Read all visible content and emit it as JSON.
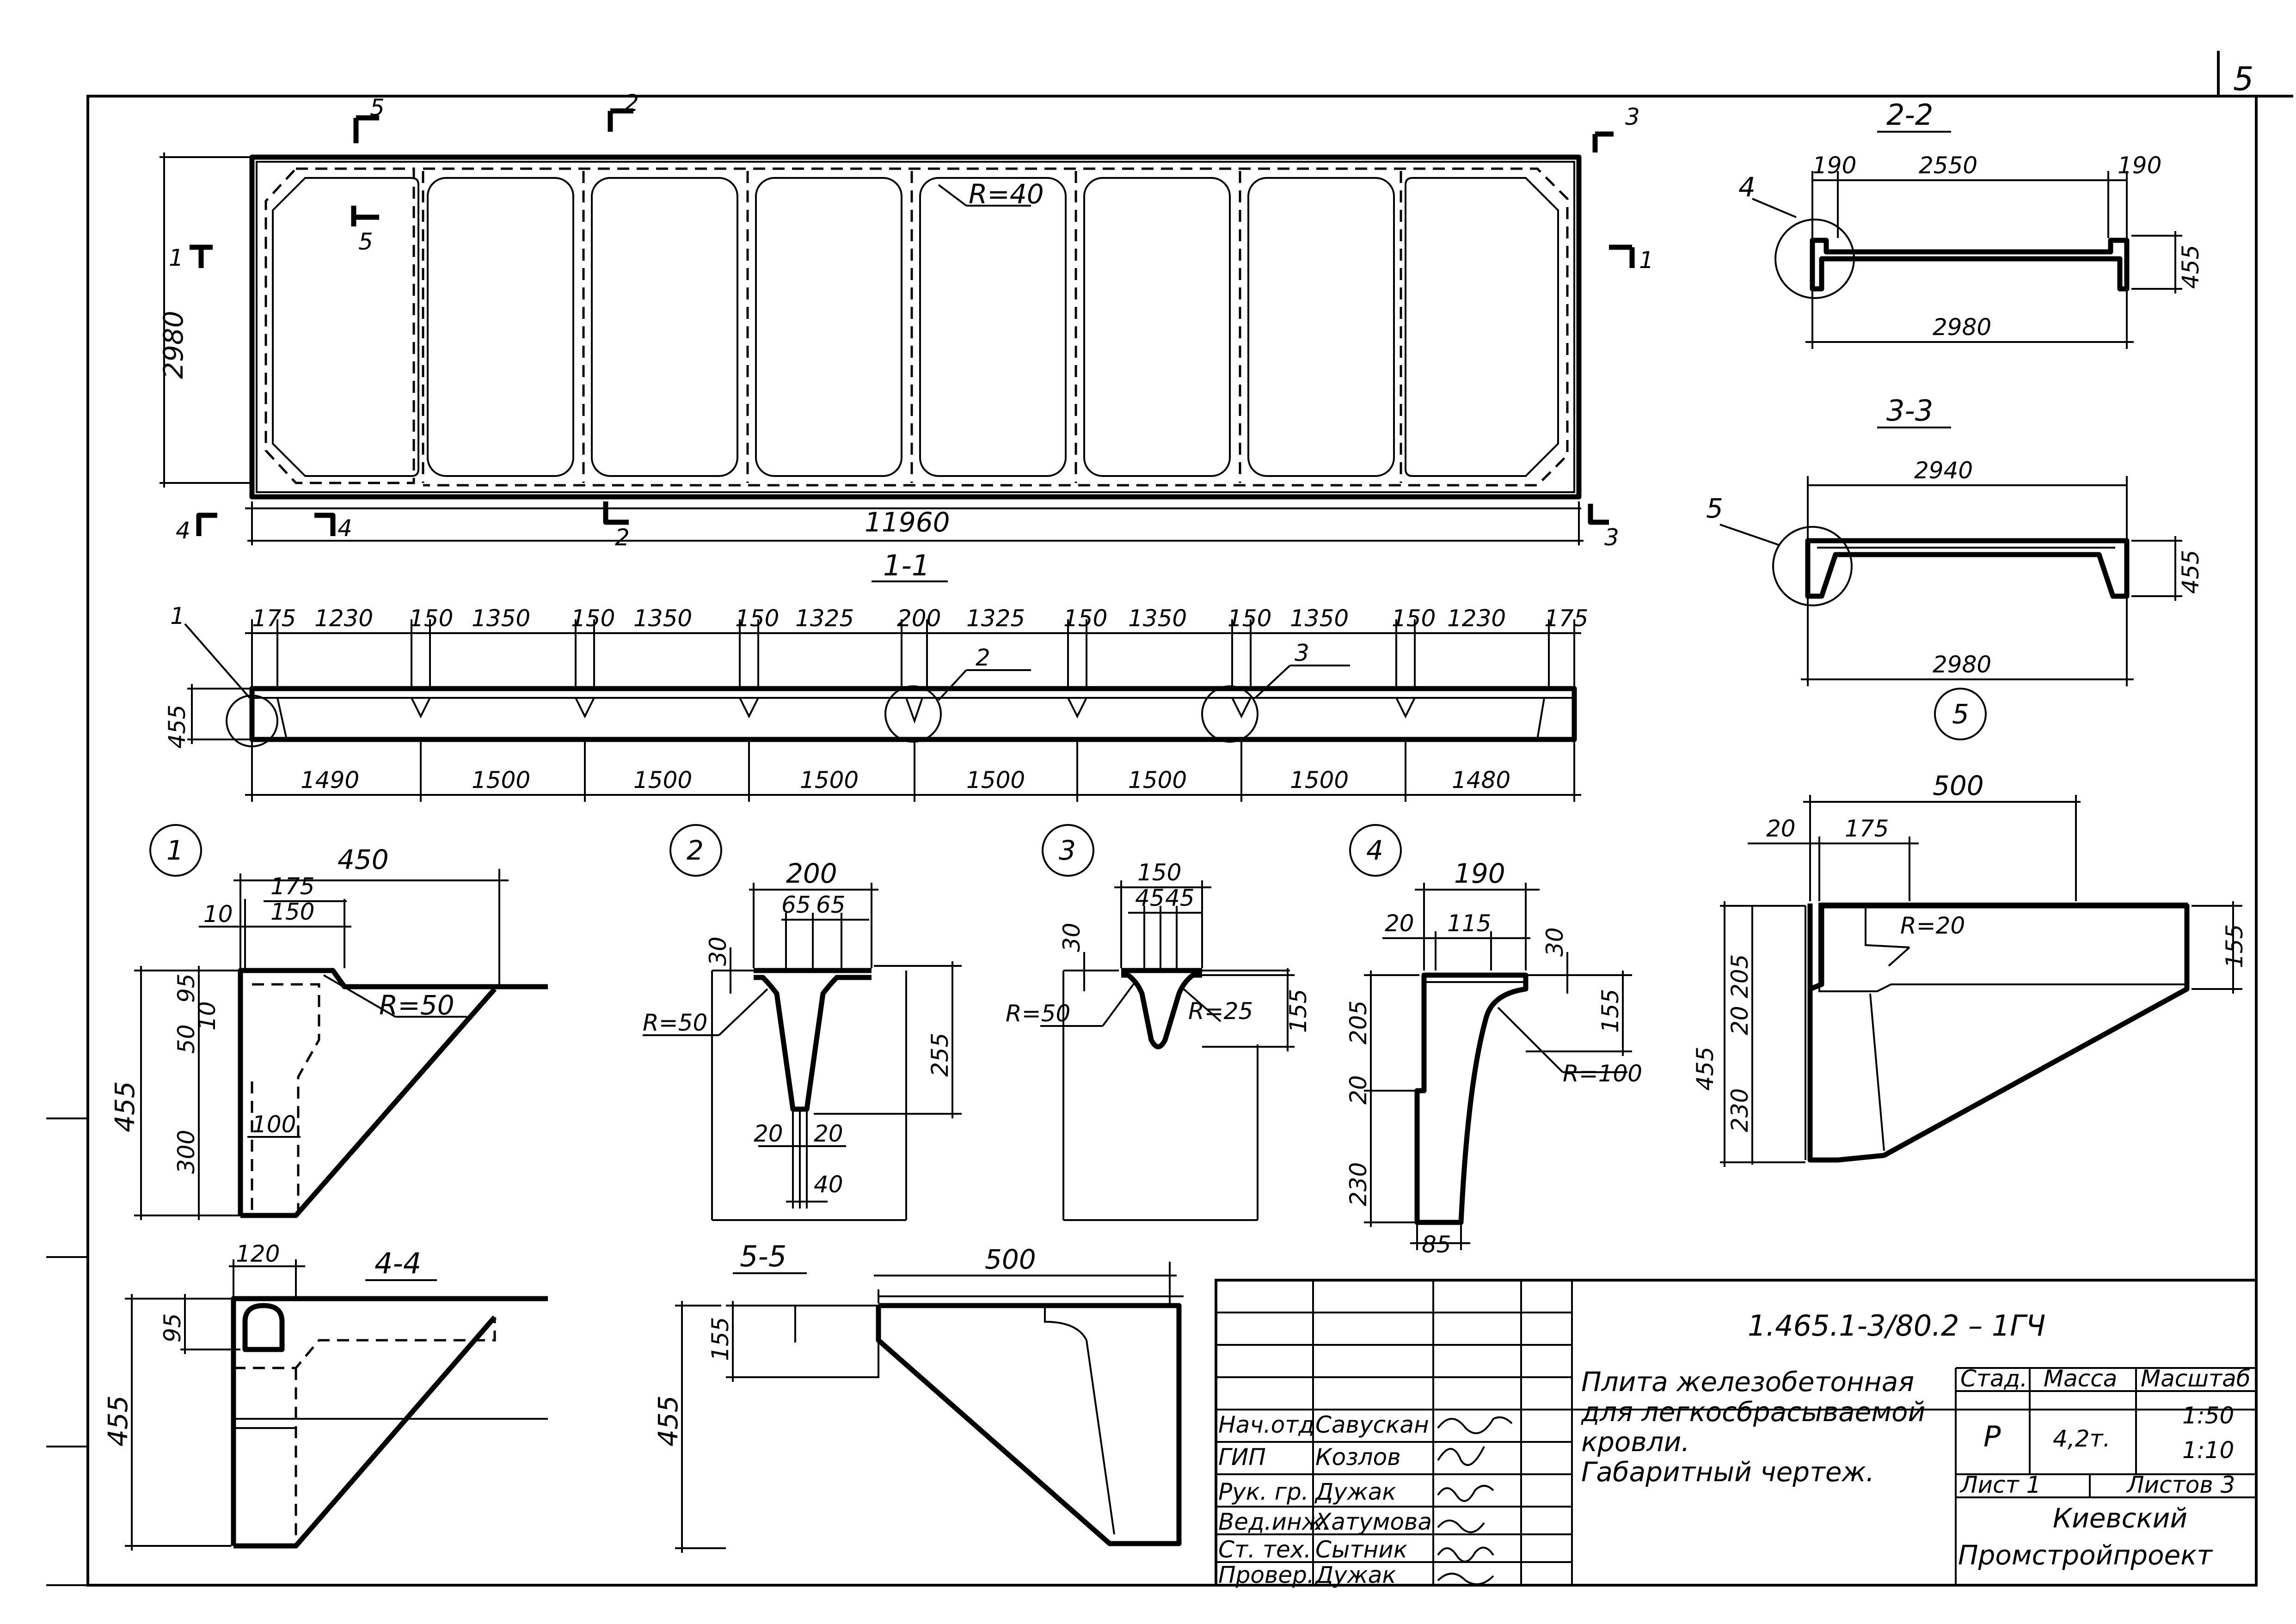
{
  "sheet_number": "5",
  "plan": {
    "overall_length": "11960",
    "overall_width": "2980",
    "rib_radius": "R=40",
    "section_marks": [
      "5",
      "2",
      "3",
      "1",
      "1",
      "5",
      "4",
      "4",
      "2",
      "3"
    ]
  },
  "section_1_1": {
    "title": "1-1",
    "top_dims": [
      "175",
      "1230",
      "150",
      "1350",
      "150",
      "1350",
      "150",
      "1325",
      "200",
      "1325",
      "150",
      "1350",
      "150",
      "1350",
      "150",
      "1230",
      "175"
    ],
    "bottom_dims": [
      "1490",
      "1500",
      "1500",
      "1500",
      "1500",
      "1500",
      "1500",
      "1480"
    ],
    "height": "455",
    "callouts": [
      "1",
      "2",
      "3"
    ]
  },
  "section_2_2": {
    "title": "2-2",
    "dims": [
      "190",
      "2550",
      "190"
    ],
    "overall": "2980",
    "height": "455",
    "callout": "4"
  },
  "section_3_3": {
    "title": "3-3",
    "top": "2940",
    "overall": "2980",
    "height": "455",
    "callout": "5"
  },
  "detail_1": {
    "label": "1",
    "dims": [
      "450",
      "175",
      "150",
      "10",
      "95",
      "10",
      "50",
      "455",
      "300",
      "100"
    ],
    "radius": "R=50"
  },
  "detail_2": {
    "label": "2",
    "dims": [
      "200",
      "65",
      "65",
      "30",
      "255",
      "20",
      "20",
      "40"
    ],
    "radius": "R=50"
  },
  "detail_3": {
    "label": "3",
    "dims": [
      "150",
      "45",
      "45",
      "30",
      "155"
    ],
    "radius_left": "R=50",
    "radius_right": "R=25"
  },
  "detail_4": {
    "label": "4",
    "dims": [
      "190",
      "20",
      "115",
      "30",
      "205",
      "20",
      "230",
      "155",
      "85"
    ],
    "radius": "R=100"
  },
  "detail_5": {
    "label": "5",
    "dims": [
      "500",
      "20",
      "175",
      "205",
      "20",
      "230",
      "455",
      "155"
    ],
    "radius": "R=20"
  },
  "section_4_4": {
    "title": "4-4",
    "dims": [
      "120",
      "95",
      "455"
    ]
  },
  "section_5_5": {
    "title": "5-5",
    "dims": [
      "500",
      "155",
      "455"
    ]
  },
  "title_block": {
    "code": "1.465.1-3/80.2 – 1ГЧ",
    "description": [
      "Плита железобетонная",
      "для легкосбрасываемой",
      "кровли.",
      "Габаритный чертеж."
    ],
    "stage_header": "Стад.",
    "mass_header": "Масса",
    "scale_header": "Масштаб",
    "stage": "Р",
    "mass": "4,2т.",
    "scale_1": "1:50",
    "scale_2": "1:10",
    "sheet": "Лист 1",
    "sheets": "Листов 3",
    "org_1": "Киевский",
    "org_2": "Промстройпроект",
    "roles": [
      "Нач.отд",
      "ГИП",
      "Рук. гр.",
      "Вед.инж.",
      "Ст. тех.",
      "Провер."
    ],
    "names": [
      "Савускан",
      "Козлов",
      "Дужак",
      "Хатумова",
      "Сытник",
      "Дужак"
    ]
  }
}
